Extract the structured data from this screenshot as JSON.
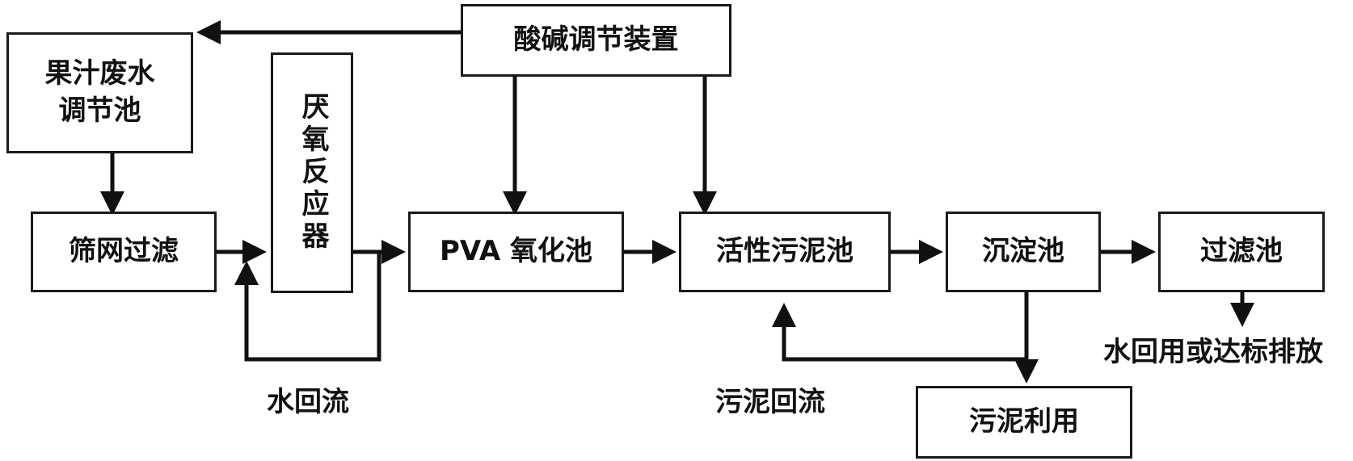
{
  "nodes": {
    "juice_tank": "果汁废水\n调节池",
    "acid_base": "酸碱调节装置",
    "screen": "筛网过滤",
    "anaerobic": "厌氧反应器",
    "pva": "PVA 氧化池",
    "activated": "活性污泥池",
    "sediment": "沉淀池",
    "filter": "过滤池",
    "sludge_use": "污泥利用"
  },
  "labels": {
    "water_return": "水回流",
    "sludge_return": "污泥回流",
    "discharge": "水回用或达标排放"
  }
}
